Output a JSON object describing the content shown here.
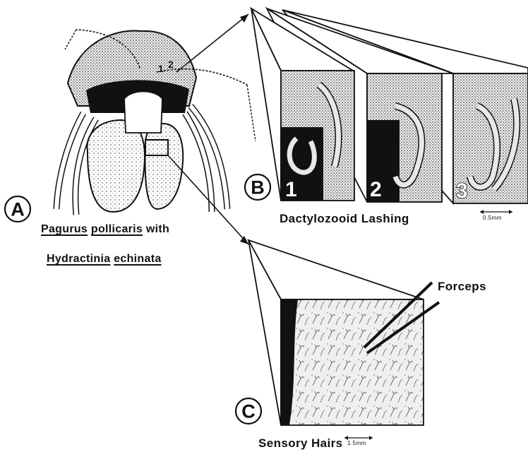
{
  "labels": {
    "panel_a": "A",
    "panel_b": "B",
    "panel_c": "C",
    "species_line1": [
      "Pagurus",
      "pollicaris",
      "with"
    ],
    "species_line2": [
      "Hydractinia",
      "echinata"
    ],
    "b_title": "Dactylozooid Lashing",
    "c_title": "Sensory Hairs",
    "forceps": "Forceps",
    "scale_b": "0.5mm",
    "scale_c": "1.5mm",
    "frames": [
      "1",
      "2",
      "3"
    ],
    "crab_marks": [
      "1",
      "2"
    ]
  }
}
